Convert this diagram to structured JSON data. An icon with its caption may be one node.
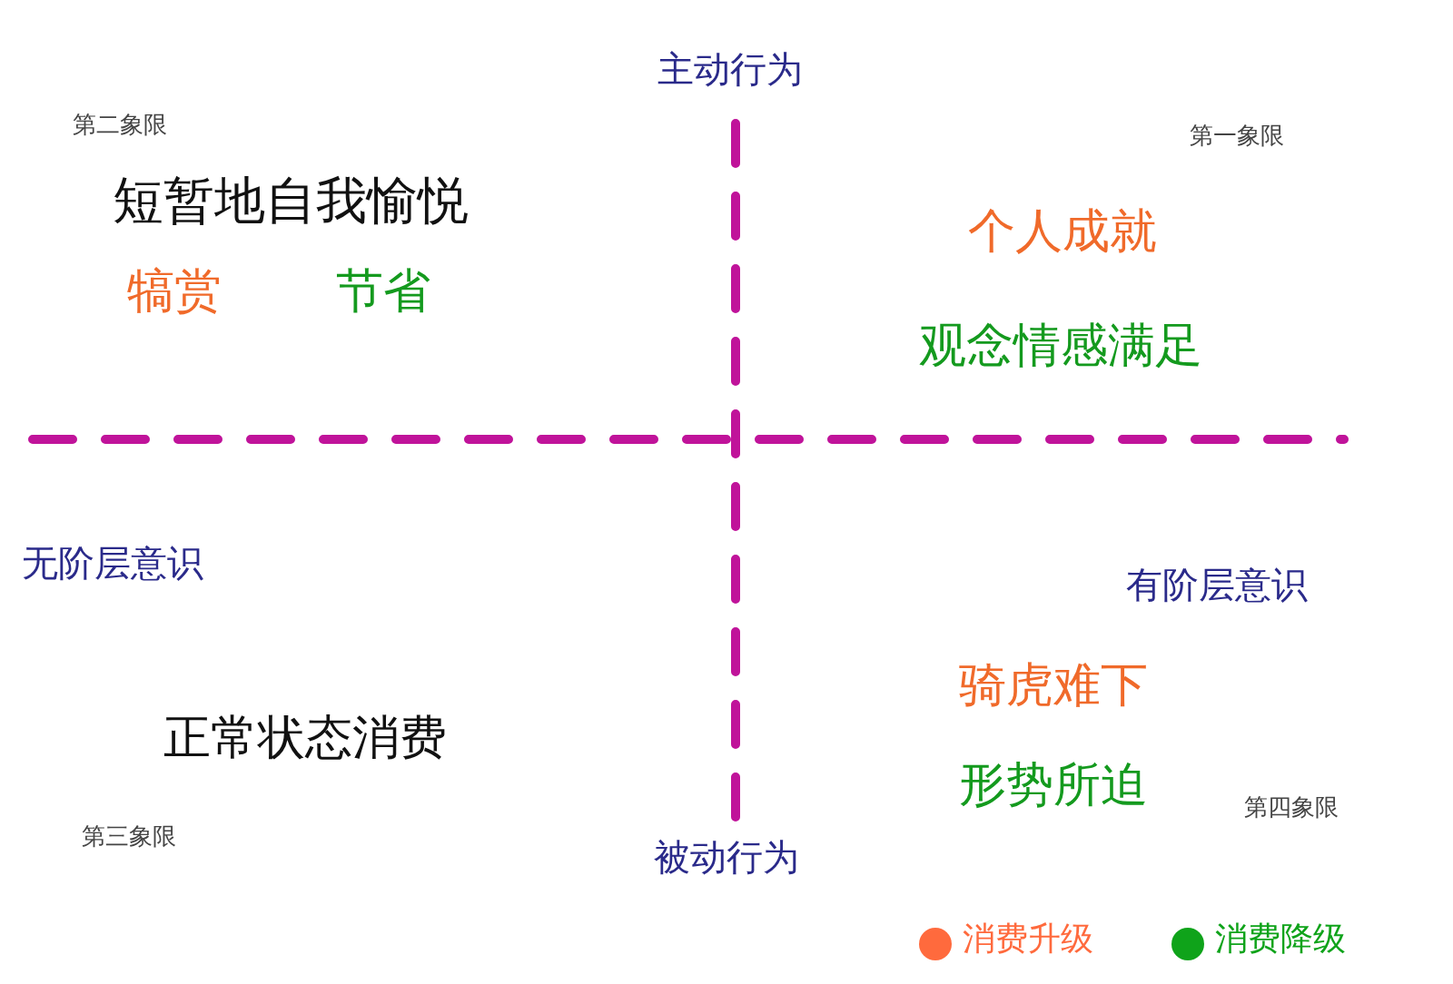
{
  "diagram": {
    "labels": [
      "主动行为",
      "第二象限",
      "第一象限",
      "短暂地自我愉悦",
      "犒赏",
      "节省",
      "个人成就",
      "观念情感满足",
      "无阶层意识",
      "有阶层意识",
      "正常状态消费",
      "骑虎难下",
      "形势所迫",
      "第三象限",
      "第四象限",
      "被动行为"
    ],
    "legend": [
      {
        "text": "消费升级",
        "color": "#ff6a3d"
      },
      {
        "text": "消费降级",
        "color": "#0fa31a"
      }
    ]
  }
}
